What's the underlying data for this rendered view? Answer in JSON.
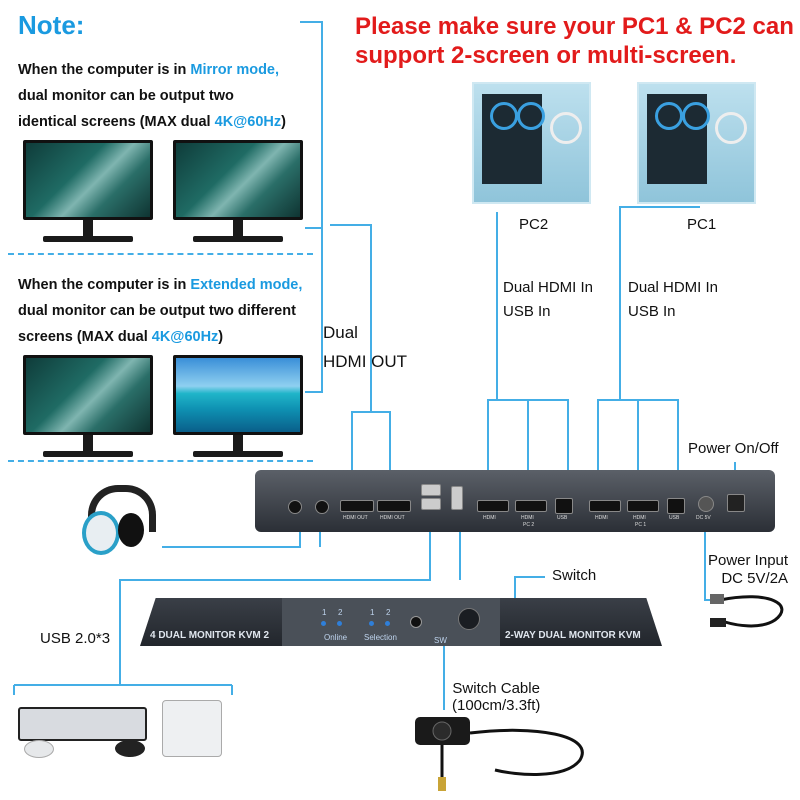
{
  "note": {
    "title": "Note:",
    "mirror": {
      "line1_a": "When the computer is in ",
      "line1_hl": "Mirror mode,",
      "line2": "dual monitor can be output two",
      "line3_a": "identical screens (MAX dual ",
      "line3_hl": "4K@60Hz",
      "line3_b": ")"
    },
    "extended": {
      "line1_a": "When the computer is in ",
      "line1_hl": "Extended mode,",
      "line2": "dual monitor can be output two different",
      "line3_a": "screens (MAX dual ",
      "line3_hl": "4K@60Hz",
      "line3_b": ")"
    }
  },
  "warning": {
    "line1": "Please make sure your PC1 & PC2 can",
    "line2": "support 2-screen or multi-screen."
  },
  "labels": {
    "pc2": "PC2",
    "pc1": "PC1",
    "dual_hdmi_in_pc2": "Dual HDMI In",
    "usb_in_pc2": "USB In",
    "dual_hdmi_in_pc1": "Dual HDMI In",
    "usb_in_pc1": "USB In",
    "dual_hdmi_out_1": "Dual",
    "dual_hdmi_out_2": "HDMI OUT",
    "power_onoff": "Power On/Off",
    "power_input_1": "Power Input",
    "power_input_2": "DC 5V/2A",
    "switch": "Switch",
    "switch_cable_1": "Switch Cable",
    "switch_cable_2": "(100cm/3.3ft)",
    "usb_20": "USB 2.0*3"
  },
  "device": {
    "front_left": "4 DUAL MONITOR KVM 2",
    "front_right": "2-WAY DUAL MONITOR KVM",
    "online": "Online",
    "selection": "Selection",
    "sw": "SW",
    "n1": "1",
    "n2": "2",
    "n3": "1",
    "n4": "2",
    "hdmi_out": "HDMI OUT",
    "hdmi": "HDMI",
    "usb": "USB",
    "pc2": "PC 2",
    "pc1": "PC 1",
    "dc": "DC 5V"
  },
  "colors": {
    "accent": "#1a9ae0",
    "warning": "#e21b1b",
    "line": "#44aee6"
  }
}
